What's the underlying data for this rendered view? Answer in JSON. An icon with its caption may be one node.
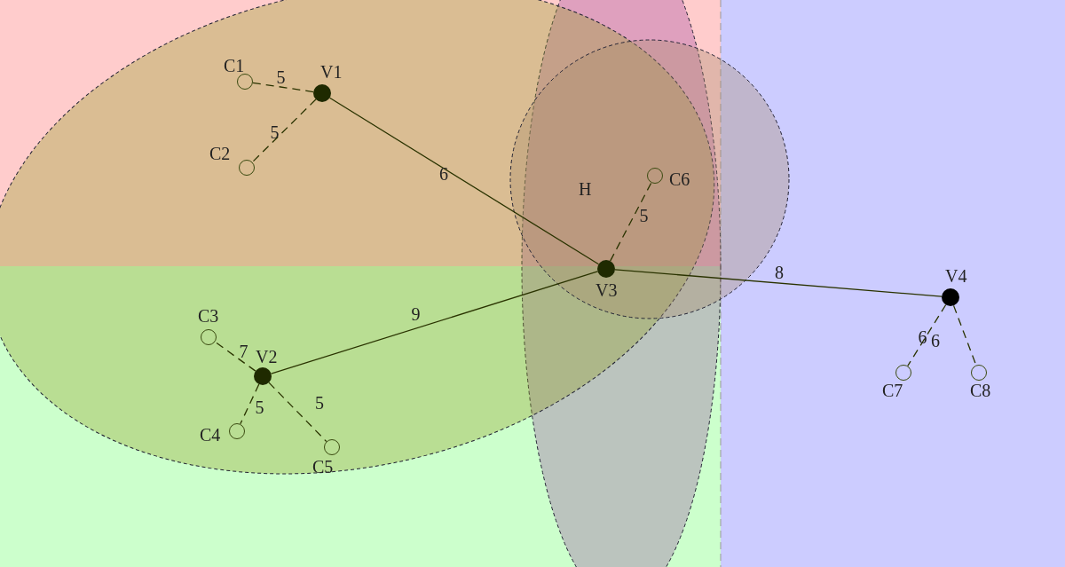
{
  "diagram": {
    "nodes": [
      {
        "text": [
          "V1"
        ]
      },
      {
        "text": [
          "V2"
        ]
      },
      {
        "text": [
          "V3"
        ]
      },
      {
        "text": [
          "V4"
        ]
      },
      {
        "text": [
          "C1"
        ]
      },
      {
        "text": [
          "C2"
        ]
      },
      {
        "text": [
          "C3"
        ]
      },
      {
        "text": [
          "C4"
        ]
      },
      {
        "text": [
          "C5"
        ]
      },
      {
        "text": [
          "C6"
        ]
      },
      {
        "text": [
          "C7"
        ]
      },
      {
        "text": [
          "C8"
        ]
      }
    ],
    "edges": [
      {
        "from": 0,
        "to": 4,
        "arrow": "none",
        "label": "5",
        "style": "dashed"
      },
      {
        "from": 0,
        "to": 5,
        "arrow": "none",
        "label": "5",
        "style": "dashed"
      },
      {
        "from": 0,
        "to": 2,
        "arrow": "none",
        "label": "6"
      },
      {
        "from": 1,
        "to": 2,
        "arrow": "none",
        "label": "9"
      },
      {
        "from": 1,
        "to": 6,
        "arrow": "none",
        "label": "7",
        "style": "dashed"
      },
      {
        "from": 1,
        "to": 7,
        "arrow": "none",
        "label": "5",
        "style": "dashed"
      },
      {
        "from": 1,
        "to": 8,
        "arrow": "none",
        "label": "5",
        "style": "dashed"
      },
      {
        "from": 2,
        "to": 9,
        "arrow": "none",
        "label": "5",
        "style": "dashed"
      },
      {
        "from": 2,
        "to": 3,
        "arrow": "none",
        "label": "8"
      },
      {
        "from": 3,
        "to": 10,
        "arrow": "none",
        "label": "6",
        "style": "dashed"
      },
      {
        "from": 3,
        "to": 11,
        "arrow": "none",
        "label": "6",
        "style": "dashed"
      }
    ],
    "labels": [
      "H"
    ]
  }
}
